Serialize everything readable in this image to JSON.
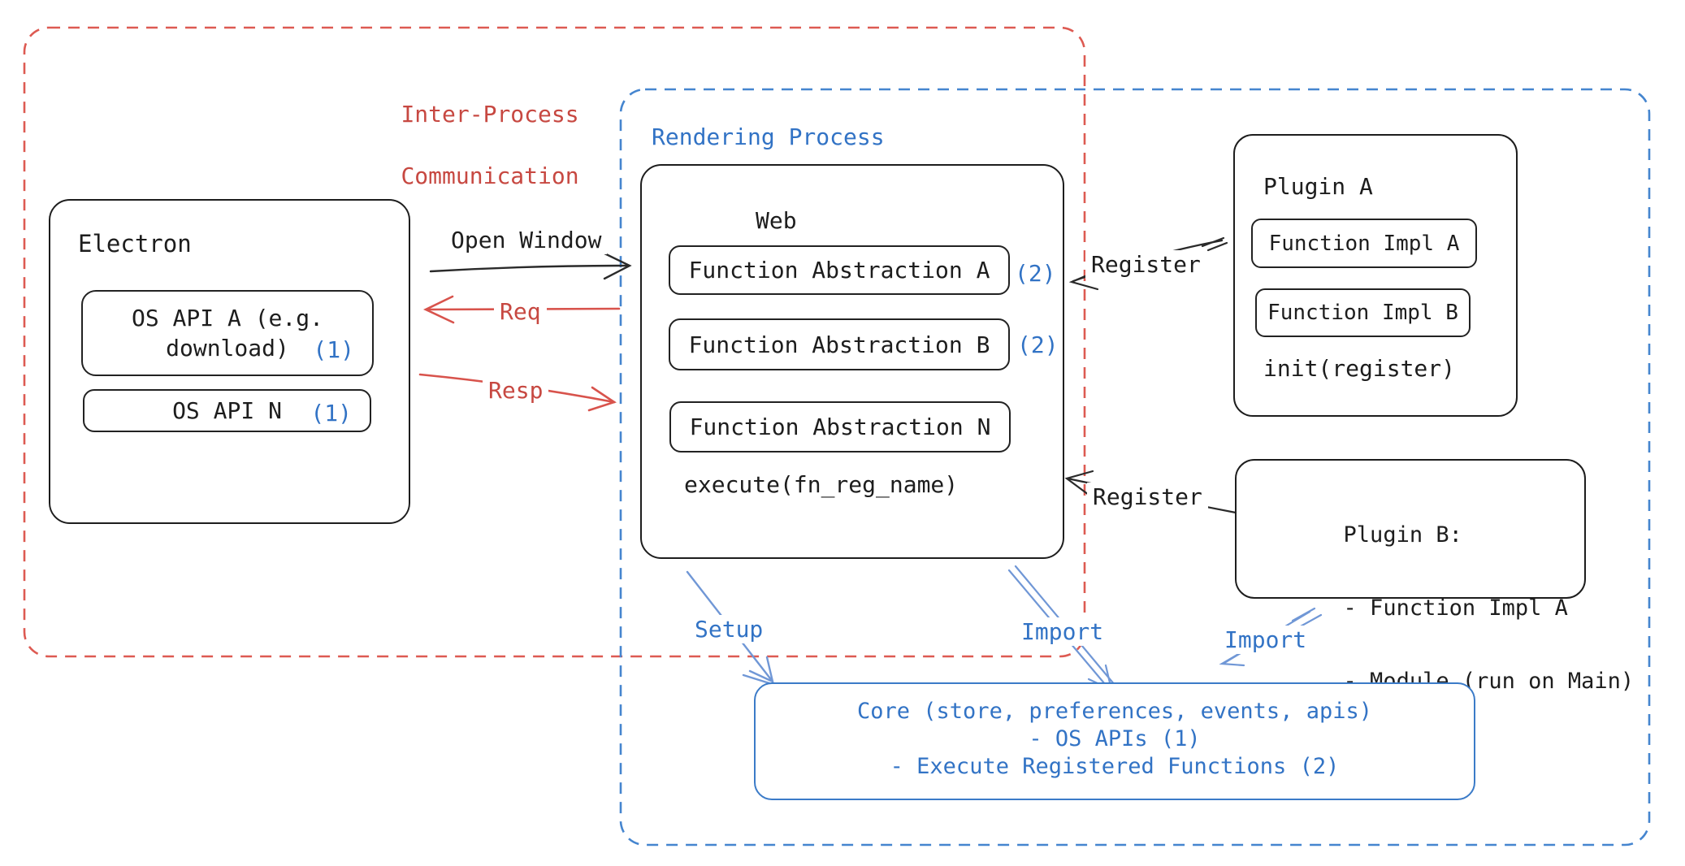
{
  "colors": {
    "red_text": "#c74841",
    "red_line": "#d8534c",
    "blue_text": "#3273c5",
    "blue_line": "#7097d6",
    "black_line": "#2a2a2a"
  },
  "ipc_box": {
    "label_line1": "Inter-Process",
    "label_line2": "Communication"
  },
  "rendering_box": {
    "label": "Rendering Process"
  },
  "electron": {
    "title": "Electron",
    "os_api_a_line1": "OS API A (e.g.",
    "os_api_a_line2": "download)",
    "os_api_a_ref": "(1)",
    "os_api_n": "OS API N",
    "os_api_n_ref": "(1)"
  },
  "web": {
    "title": "Web",
    "fn_abstraction_a": "Function Abstraction A",
    "fn_abstraction_a_ref": "(2)",
    "fn_abstraction_b": "Function Abstraction B",
    "fn_abstraction_b_ref": "(2)",
    "fn_abstraction_n": "Function Abstraction N",
    "execute": "execute(fn_reg_name)"
  },
  "plugin_a": {
    "title": "Plugin A",
    "fn_impl_a": "Function Impl A",
    "fn_impl_b": "Function Impl B",
    "init": "init(register)"
  },
  "plugin_b": {
    "title": "Plugin B:",
    "item_1": "- Function Impl A",
    "item_2": "- Module (run on Main)"
  },
  "core": {
    "line1": "Core (store, preferences, events, apis)",
    "line2": "- OS APIs (1)",
    "line3": "- Execute Registered Functions (2)"
  },
  "arrow_labels": {
    "open_window": "Open Window",
    "req": "Req",
    "resp": "Resp",
    "register_top": "Register",
    "register_bottom": "Register",
    "setup": "Setup",
    "import_web": "Import",
    "import_plugin": "Import"
  }
}
